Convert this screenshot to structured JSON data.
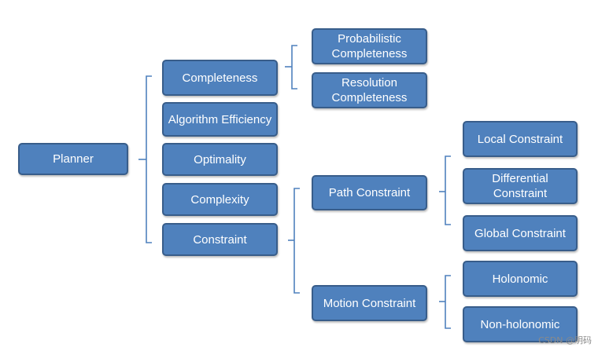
{
  "diagram": {
    "root": "Planner",
    "level1": [
      "Completeness",
      "Algorithm Efficiency",
      "Optimality",
      "Complexity",
      "Constraint"
    ],
    "completeness_children": [
      "Probabilistic Completeness",
      "Resolution Completeness"
    ],
    "constraint_children": [
      "Path Constraint",
      "Motion Constraint"
    ],
    "path_constraint_children": [
      "Local Constraint",
      "Differential Constraint",
      "Global Constraint"
    ],
    "motion_constraint_children": [
      "Holonomic",
      "Non-holonomic"
    ]
  },
  "watermark": "CSDN @明码",
  "colors": {
    "box_fill": "#4f81bd",
    "box_border": "#385d8a",
    "bracket": "#4f81bd",
    "text": "#ffffff"
  }
}
